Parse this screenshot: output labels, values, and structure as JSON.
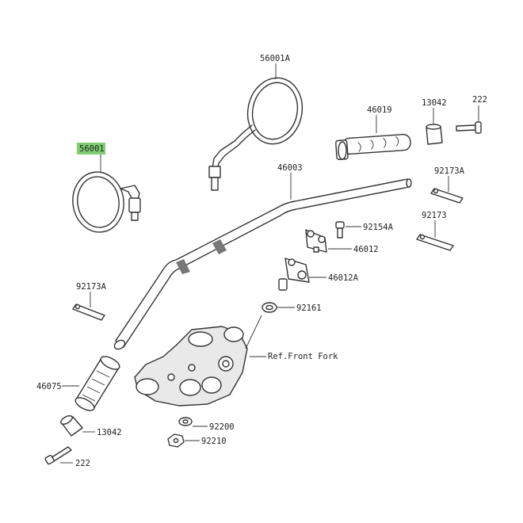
{
  "parts": {
    "mirror_left": {
      "code": "56001",
      "highlight_color": "#7fcf72"
    },
    "mirror_right": {
      "code": "56001A"
    },
    "grip_right": {
      "code": "46019"
    },
    "weight_right": {
      "code": "13042"
    },
    "screw_right": {
      "code": "222"
    },
    "handlebar": {
      "code": "46003"
    },
    "clip_right": {
      "code": "92173A"
    },
    "clip_right_b": {
      "code": "92173"
    },
    "bolt": {
      "code": "92154A"
    },
    "holder_upper": {
      "code": "46012"
    },
    "holder_lower": {
      "code": "46012A"
    },
    "washer": {
      "code": "92161"
    },
    "clip_left": {
      "code": "92173A"
    },
    "fork_ref": {
      "code": "Ref.Front Fork"
    },
    "grip_left": {
      "code": "46075"
    },
    "washer_small": {
      "code": "92200"
    },
    "weight_left": {
      "code": "13042"
    },
    "nut": {
      "code": "92210"
    },
    "screw_left": {
      "code": "222"
    }
  }
}
